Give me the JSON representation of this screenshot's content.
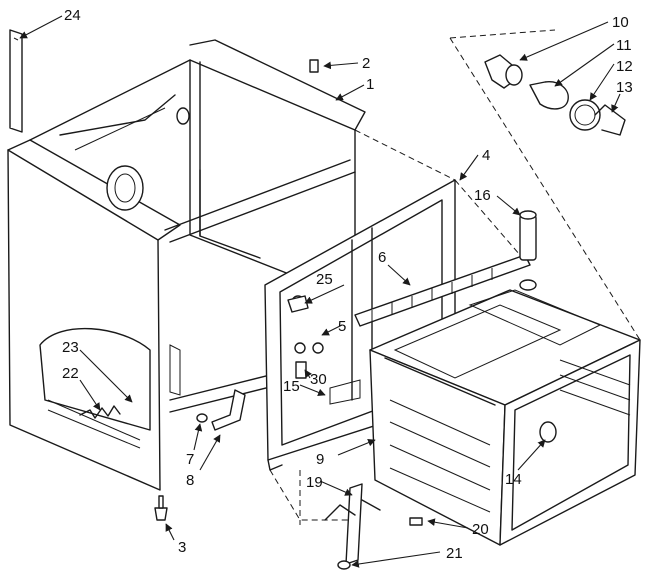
{
  "parts": [
    {
      "id": "p1",
      "label": "1"
    },
    {
      "id": "p2",
      "label": "2"
    },
    {
      "id": "p3",
      "label": "3"
    },
    {
      "id": "p4",
      "label": "4"
    },
    {
      "id": "p5",
      "label": "5"
    },
    {
      "id": "p6",
      "label": "6"
    },
    {
      "id": "p7",
      "label": "7"
    },
    {
      "id": "p8",
      "label": "8"
    },
    {
      "id": "p9",
      "label": "9"
    },
    {
      "id": "p10",
      "label": "10"
    },
    {
      "id": "p11",
      "label": "11"
    },
    {
      "id": "p12",
      "label": "12"
    },
    {
      "id": "p13",
      "label": "13"
    },
    {
      "id": "p14",
      "label": "14"
    },
    {
      "id": "p15",
      "label": "15"
    },
    {
      "id": "p16",
      "label": "16"
    },
    {
      "id": "p19",
      "label": "19"
    },
    {
      "id": "p20",
      "label": "20"
    },
    {
      "id": "p21",
      "label": "21"
    },
    {
      "id": "p22",
      "label": "22"
    },
    {
      "id": "p23",
      "label": "23"
    },
    {
      "id": "p24",
      "label": "24"
    },
    {
      "id": "p25",
      "label": "25"
    },
    {
      "id": "p30",
      "label": "30"
    }
  ]
}
